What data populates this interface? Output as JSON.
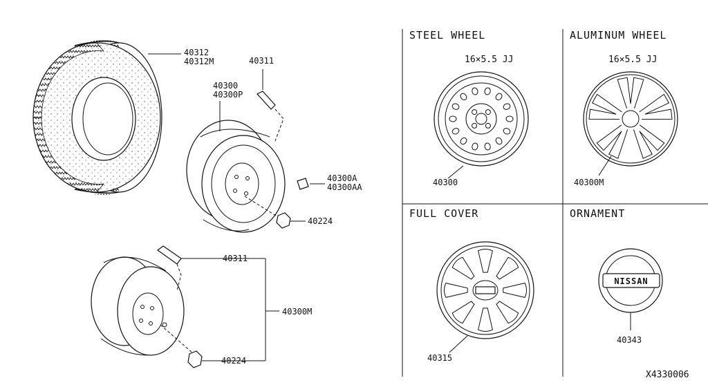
{
  "panels": {
    "steel_wheel": {
      "title": "STEEL WHEEL",
      "size": "16×5.5 JJ",
      "part": "40300"
    },
    "aluminum_wheel": {
      "title": "ALUMINUM WHEEL",
      "size": "16×5.5 JJ",
      "part": "40300M"
    },
    "full_cover": {
      "title": "FULL COVER",
      "part": "40315"
    },
    "ornament": {
      "title": "ORNAMENT",
      "part": "40343",
      "logo_text": "NISSAN"
    }
  },
  "tire": {
    "parts": [
      "40312",
      "40312M"
    ]
  },
  "valve_top": {
    "part": "40311"
  },
  "wheel_top": {
    "parts": [
      "40300",
      "40300P"
    ]
  },
  "weight": {
    "parts": [
      "40300A",
      "40300AA"
    ]
  },
  "nut_top": {
    "part": "40224"
  },
  "spare": {
    "valve": "40311",
    "assembly": "40300M",
    "nut": "40224"
  },
  "diagram_id": "X4330006"
}
